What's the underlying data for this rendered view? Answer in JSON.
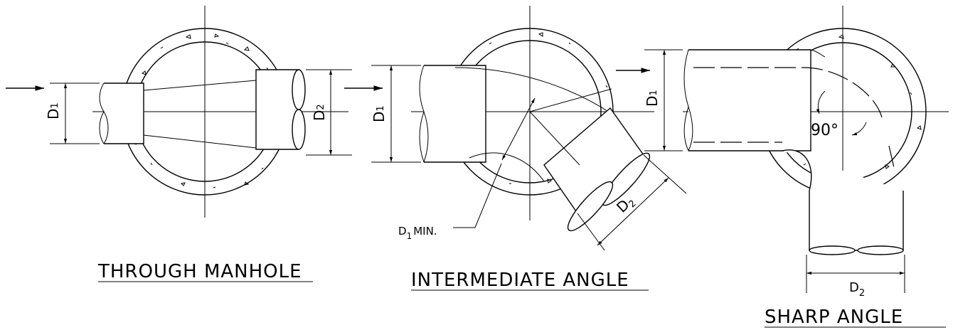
{
  "labels": {
    "through_title": "THROUGH MANHOLE",
    "intermediate_title": "INTERMEDIATE ANGLE",
    "sharp_title": "SHARP ANGLE",
    "d1": "D",
    "d1_sub": "1",
    "d2": "D",
    "d2_sub": "2",
    "d1min_d": "D",
    "d1min_sub": "1",
    "d1min_text": "MIN.",
    "angle": "90°"
  }
}
